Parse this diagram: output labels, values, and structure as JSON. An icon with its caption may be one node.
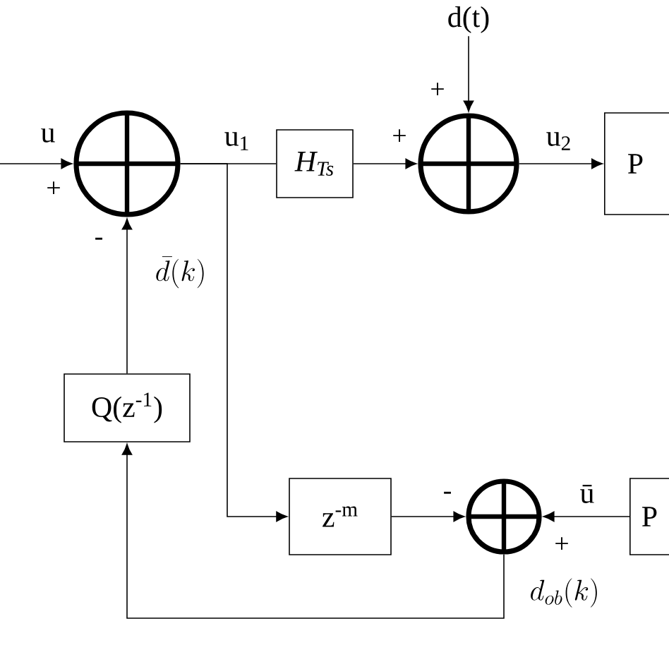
{
  "diagram": {
    "nodes": [
      {
        "text": [],
        "shape": "circle"
      },
      {
        "text": [
          "H$_{Ts}$"
        ]
      },
      {
        "text": [],
        "shape": "circle"
      },
      {
        "text": [
          "P"
        ]
      },
      {
        "text": [
          "d(t)"
        ]
      },
      {
        "text": [
          "Q(z$^{-1}$)"
        ]
      },
      {
        "text": [
          "z$^{-m}$"
        ]
      },
      {
        "text": [],
        "shape": "circle"
      },
      {
        "text": [
          "P"
        ]
      }
    ],
    "edges": [
      {
        "from": null,
        "to": 0,
        "arrow": "to",
        "label": "u"
      },
      {
        "from": 0,
        "to": 1,
        "arrow": "none",
        "label": "u$_{1}$"
      },
      {
        "from": 0,
        "to": 6,
        "arrow": "to"
      },
      {
        "from": 1,
        "to": 2,
        "arrow": "to"
      },
      {
        "from": 4,
        "to": 2,
        "arrow": "to"
      },
      {
        "from": 2,
        "to": 3,
        "arrow": "to",
        "label": "u$_{2}$"
      },
      {
        "from": 5,
        "to": 0,
        "arrow": "to",
        "label": "\\bar{d}(k)"
      },
      {
        "from": 6,
        "to": 7,
        "arrow": "to"
      },
      {
        "from": 8,
        "to": 7,
        "arrow": "to",
        "label": "ū"
      },
      {
        "from": 7,
        "to": 5,
        "arrow": "to",
        "label": "d_{ob}(k)"
      }
    ],
    "labels": [
      "+",
      "+",
      "+",
      "-",
      "-",
      "+"
    ]
  }
}
